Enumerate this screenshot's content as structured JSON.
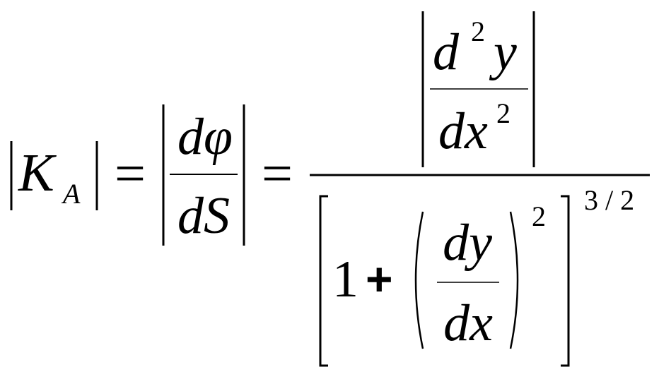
{
  "formula": {
    "lhs": {
      "symbol": "K",
      "subscript": "A"
    },
    "equals_1": "=",
    "middle": {
      "numerator": "dφ",
      "denominator": "dS"
    },
    "equals_2": "=",
    "rhs": {
      "numerator": {
        "d": "d",
        "power": "2",
        "y": "y",
        "den_dx": "dx",
        "den_power": "2"
      },
      "denominator": {
        "one": "1",
        "plus": "+",
        "inner_numerator": "dy",
        "inner_denominator": "dx",
        "inner_power": "2",
        "outer_power": "3 / 2"
      }
    }
  }
}
